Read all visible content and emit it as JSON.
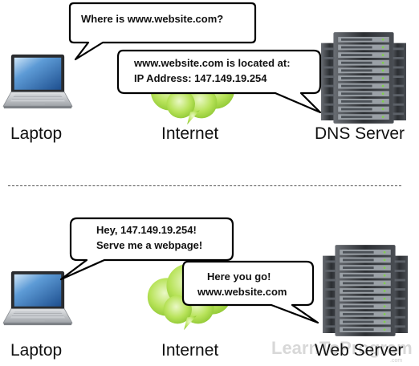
{
  "top": {
    "left_label": "Laptop",
    "middle_label": "Internet",
    "right_label": "DNS Server",
    "query_bubble": "Where is www.website.com?",
    "reply_bubble_line1": "www.website.com is located at:",
    "reply_bubble_line2": "IP Address: 147.149.19.254"
  },
  "bottom": {
    "left_label": "Laptop",
    "middle_label": "Internet",
    "right_label": "Web Server",
    "request_bubble_line1": "Hey, 147.149.19.254!",
    "request_bubble_line2": "Serve me a webpage!",
    "reply_bubble_line1": "Here you go!",
    "reply_bubble_line2": "www.website.com"
  },
  "watermark": {
    "text": "LearnToProgram",
    "sub": ".com"
  },
  "colors": {
    "cloud": "#a9d94a",
    "bubble_border": "#000000",
    "server": "#3a3d42",
    "laptop": "#b9bcc0",
    "screen": "#3d7fc0"
  },
  "icons": [
    "laptop-icon",
    "cloud-icon",
    "server-icon"
  ]
}
